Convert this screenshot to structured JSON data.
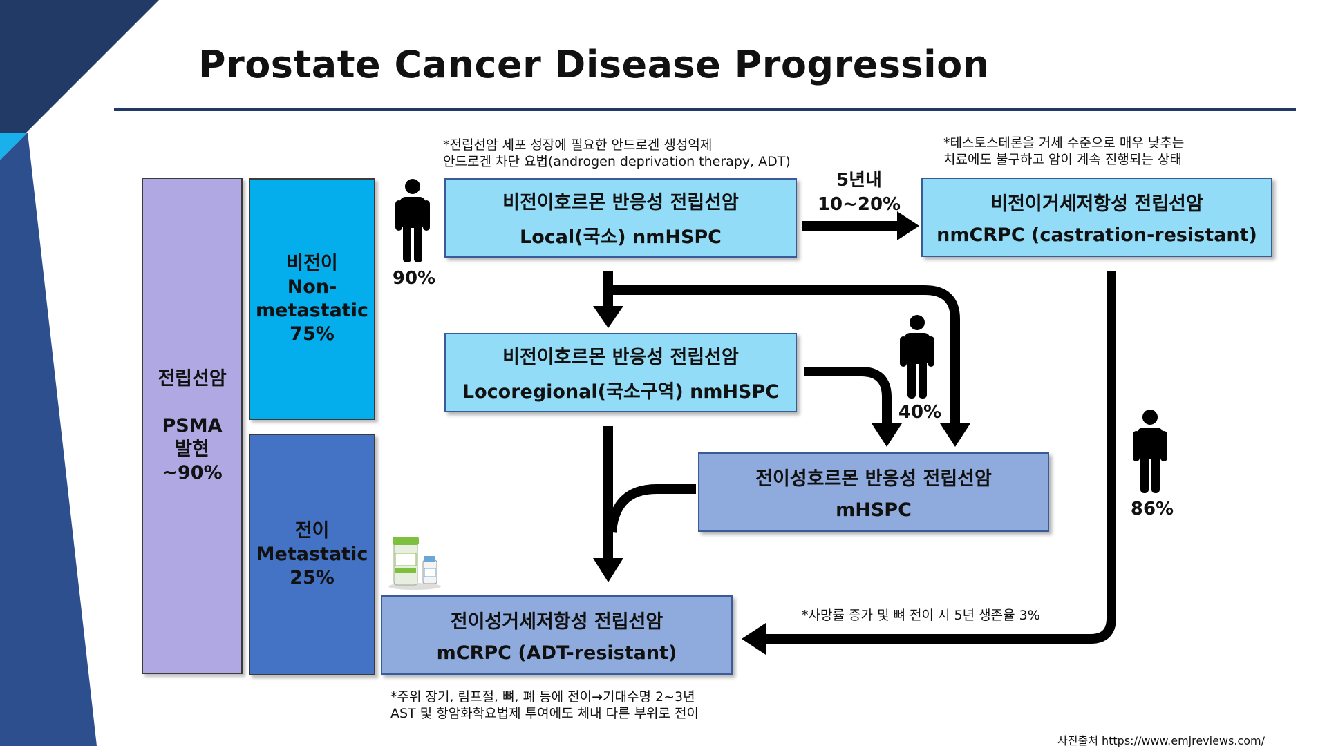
{
  "title": "Prostate Cancer Disease Progression",
  "colors": {
    "accent_navy": "#1f3864",
    "corner_blue": "#2e4f8e",
    "corner_cyan": "#1ab0ec",
    "lavender": "#b0a8e2",
    "cyan": "#04aeec",
    "royal": "#4472c4",
    "light_box": "#93dcf7",
    "mid_box": "#8faadc"
  },
  "left_column": {
    "line1": "전립선암",
    "line2": "PSMA",
    "line3": "발현",
    "line4": "~90%"
  },
  "nonmetastatic": {
    "line1": "비전이",
    "line2": "Non-",
    "line3": "metastatic",
    "line4": "75%"
  },
  "metastatic": {
    "line1": "전이",
    "line2": "Metastatic",
    "line3": "25%"
  },
  "boxes": {
    "local": {
      "ko": "비전이호르몬 반응성 전립선암",
      "en": "Local(국소) nmHSPC"
    },
    "nmcrpc": {
      "ko": "비전이거세저항성 전립선암",
      "en": "nmCRPC (castration-resistant)"
    },
    "locoregional": {
      "ko": "비전이호르몬 반응성 전립선암",
      "en": "Locoregional(국소구역) nmHSPC"
    },
    "mhspc": {
      "ko": "전이성호르몬 반응성 전립선암",
      "en": "mHSPC"
    },
    "mcrpc": {
      "ko": "전이성거세저항성 전립선암",
      "en": "mCRPC (ADT-resistant)"
    }
  },
  "notes": {
    "adt_line1": "*전립선암 세포 성장에 필요한 안드로겐 생성억제",
    "adt_line2": "안드로겐 차단 요법(androgen deprivation therapy, ADT)",
    "testo_line1": "*테스토스테론을 거세 수준으로 매우 낮추는",
    "testo_line2": "치료에도 불구하고 암이 계속 진행되는 상태",
    "mortality": "*사망률 증가 및 뼈 전이 시 5년 생존율 3%",
    "bottom_line1": "*주위 장기, 림프절, 뼈, 폐 등에 전이→기대수명 2~3년",
    "bottom_line2": "AST 및 항암화학요법제 투여에도 체내 다른 부위로 전이"
  },
  "five_year": {
    "line1": "5년내",
    "line2": "10~20%"
  },
  "percents": {
    "p90": "90%",
    "p40": "40%",
    "p86": "86%"
  },
  "source": "사진출처 https://www.emjreviews.com/",
  "icons": [
    "person-icon",
    "medication-product-icon"
  ]
}
